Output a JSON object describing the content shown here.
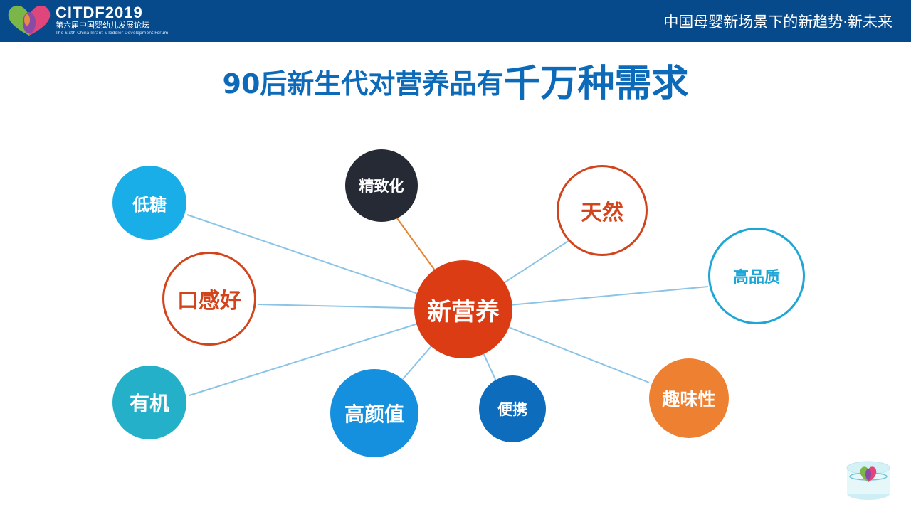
{
  "header": {
    "logo_name": "CITDF2019",
    "logo_subtitle_cn": "第六届中国婴幼儿发展论坛",
    "logo_subtitle_en": "The Sixth China Infant &Toddler Development Forum",
    "slogan": "中国母婴新场景下的新趋势·新未来"
  },
  "title": {
    "part1": "90后新生代对营养品有",
    "part2": "千万种需求"
  },
  "mindmap": {
    "center": {
      "label": "新营养",
      "color": "#dc3c14"
    },
    "nodes": [
      {
        "label": "低糖",
        "style": "filled",
        "color": "#1aaee8",
        "link_color": "#8cc4e6"
      },
      {
        "label": "精致化",
        "style": "filled",
        "color": "#252a35",
        "link_color": "#e6822e"
      },
      {
        "label": "天然",
        "style": "outline",
        "color": "#d2451c",
        "link_color": "#8cc4e6"
      },
      {
        "label": "高品质",
        "style": "outline",
        "color": "#1ea6d6",
        "link_color": "#8cc4e6"
      },
      {
        "label": "口感好",
        "style": "outline",
        "color": "#d2451c",
        "link_color": "#8cc4e6"
      },
      {
        "label": "有机",
        "style": "filled",
        "color": "#23b0c8",
        "link_color": "#8cc4e6"
      },
      {
        "label": "高颜值",
        "style": "filled",
        "color": "#1590de",
        "link_color": "#8cc4e6"
      },
      {
        "label": "便携",
        "style": "filled",
        "color": "#0e6cbc",
        "link_color": "#8cc4e6"
      },
      {
        "label": "趣味性",
        "style": "filled",
        "color": "#ee8032",
        "link_color": "#8cc4e6"
      }
    ]
  }
}
